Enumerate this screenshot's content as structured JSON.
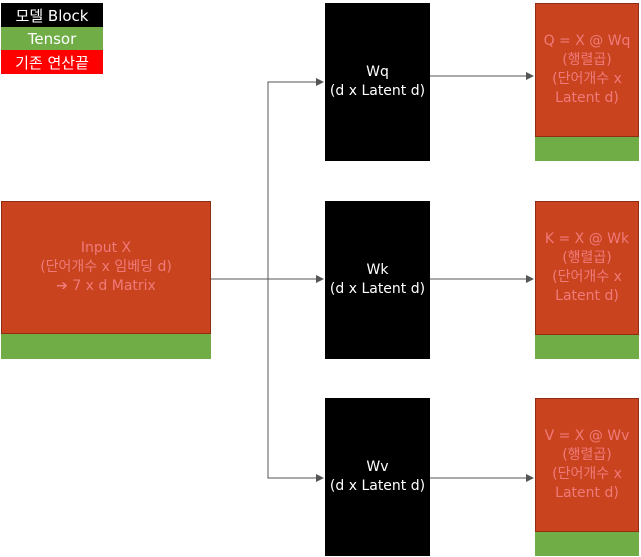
{
  "legend": {
    "model_block": "모델 Block",
    "tensor": "Tensor",
    "existing_calc": "기존 연산끝"
  },
  "input": {
    "line1": "Input X",
    "line2": "(단어개수 x 임베딩 d)",
    "line3": "➔ 7 x d Matrix"
  },
  "blocks": {
    "wq": {
      "name": "Wq",
      "dims": "(d x Latent d)"
    },
    "wk": {
      "name": "Wk",
      "dims": "(d x Latent d)"
    },
    "wv": {
      "name": "Wv",
      "dims": "(d x Latent d)"
    }
  },
  "outputs": {
    "q": {
      "line1": "Q = X @ Wq",
      "line2": "(행렬곱)",
      "line3": "(단어개수 x",
      "line4": "Latent d)"
    },
    "k": {
      "line1": "K = X @ Wk",
      "line2": "(행렬곱)",
      "line3": "(단어개수 x",
      "line4": "Latent d)"
    },
    "v": {
      "line1": "V = X @ Wv",
      "line2": "(행렬곱)",
      "line3": "(단어개수 x",
      "line4": "Latent d)"
    }
  },
  "colors": {
    "model_block": "#000000",
    "tensor": "#70ad47",
    "existing_calc": "#ff0000",
    "tensor_body": "#c9431f",
    "tensor_text": "#f07a7a"
  }
}
